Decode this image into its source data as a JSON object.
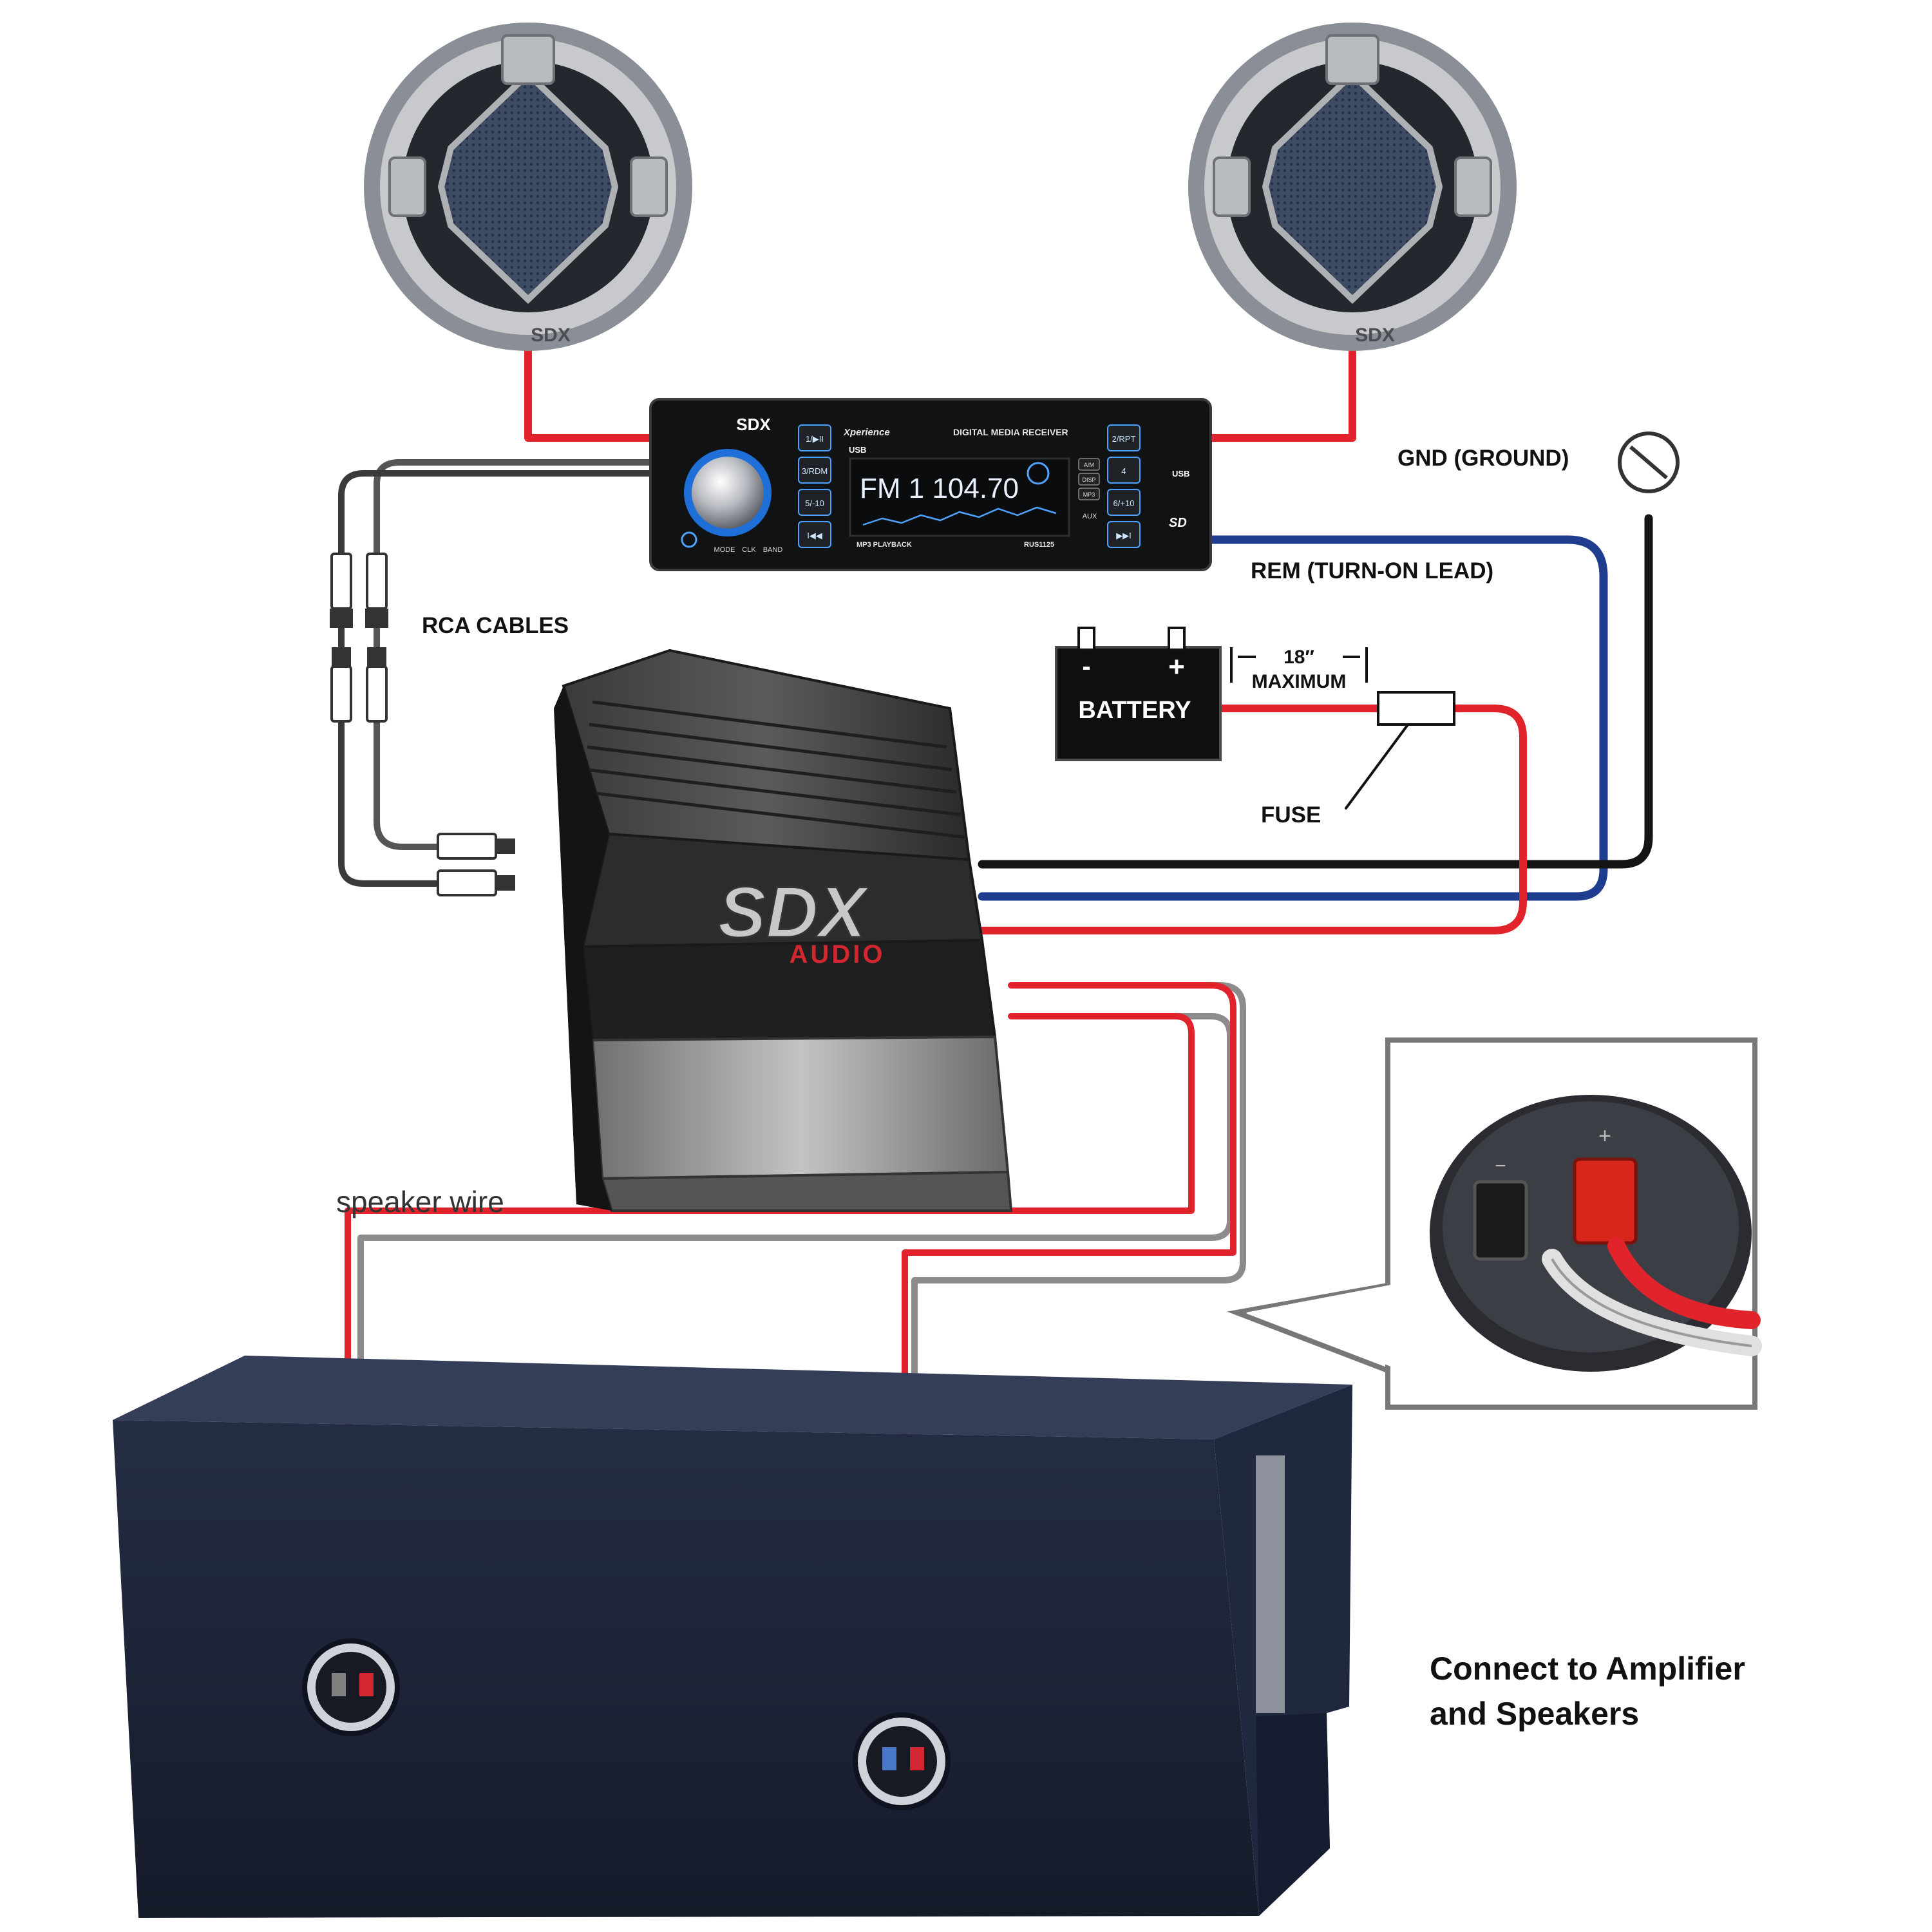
{
  "labels": {
    "gnd": "GND (GROUND)",
    "rem": "REM (TURN-ON LEAD)",
    "rca": "RCA CABLES",
    "battery": "BATTERY",
    "battery_neg": "-",
    "battery_pos": "+",
    "dist_value": "18″",
    "dist_max": "MAXIMUM",
    "fuse": "FUSE",
    "speaker_wire": "speaker wire",
    "connect_line1": "Connect to Amplifier",
    "connect_line2": "and Speakers",
    "inset_minus": "−",
    "inset_plus": "+"
  },
  "brand": {
    "speaker_logo_left": "SDX",
    "speaker_logo_right": "SDX",
    "head_unit_logo": "SDX",
    "amp_logo": "SDX",
    "amp_sub": "AUDIO"
  },
  "head_unit": {
    "model_text": "Xperience",
    "title": "DIGITAL MEDIA RECEIVER",
    "display": "FM 1 104.70",
    "sub_text": "MP3 PLAYBACK",
    "model_number": "RUS1125",
    "aux": "AUX",
    "sd": "SD",
    "usb": "USB",
    "left_buttons": [
      "1/▶II",
      "3/RDM",
      "5/-10",
      "I◀◀"
    ],
    "right_buttons": [
      "2/RPT",
      "4",
      "6/+10",
      "▶▶I"
    ],
    "bottom_buttons": [
      "MODE",
      "CLK",
      "BAND"
    ],
    "small_buttons": [
      "A/M",
      "DISP",
      "MP3"
    ]
  },
  "colors": {
    "power": "#e1242b",
    "remote": "#1e3d8f",
    "ground": "#141414",
    "speaker_neg": "#8c8c8c",
    "box": "#1d2438",
    "amp": "#2b2b2b"
  }
}
